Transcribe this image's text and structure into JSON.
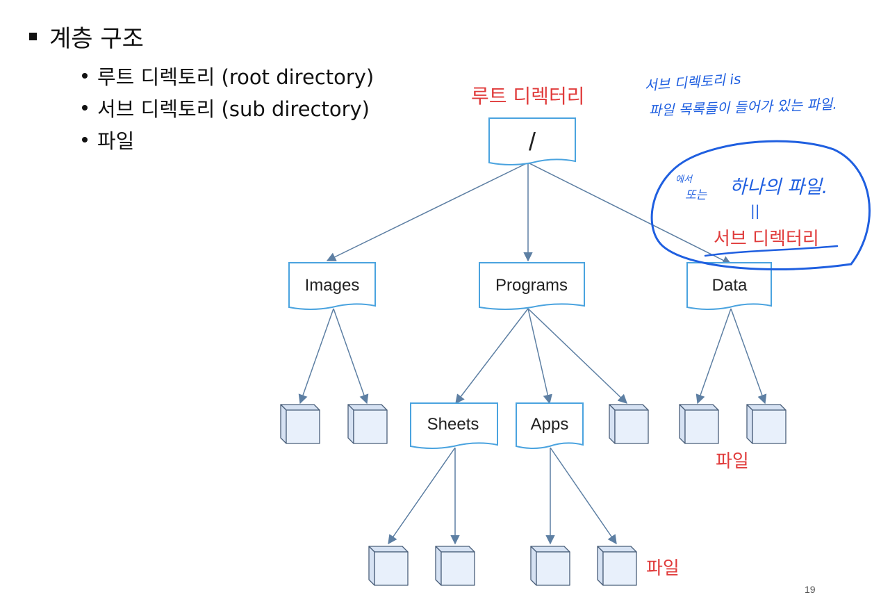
{
  "slide": {
    "heading": "계층 구조",
    "bullets": [
      "루트 디렉토리 (root directory)",
      "서브 디렉토리 (sub directory)",
      "파일"
    ],
    "page_number": "19"
  },
  "diagram": {
    "label_root": "루트 디렉터리",
    "label_sub": "서브 디렉터리",
    "label_file_right": "파일",
    "label_file_bottom": "파일",
    "nodes": {
      "root": "/",
      "images": "Images",
      "programs": "Programs",
      "data": "Data",
      "sheets": "Sheets",
      "apps": "Apps"
    },
    "colors": {
      "folder_border": "#4aa3df",
      "file_fill": "#e8f0fb",
      "file_stroke": "#4a5f7a",
      "arrow": "#5d7fa3",
      "label_red": "#e03b3b",
      "ink_blue": "#1f5fe0"
    }
  },
  "handwriting": {
    "note_line1": "서브 디렉토리 is",
    "note_line2": "파일 목록들이 들어가 있는 파일.",
    "circle_note_prefix": "에서",
    "circle_note_prefix2": "또는",
    "circle_note_main": "하나의 파일.",
    "equals_mark": "||"
  }
}
